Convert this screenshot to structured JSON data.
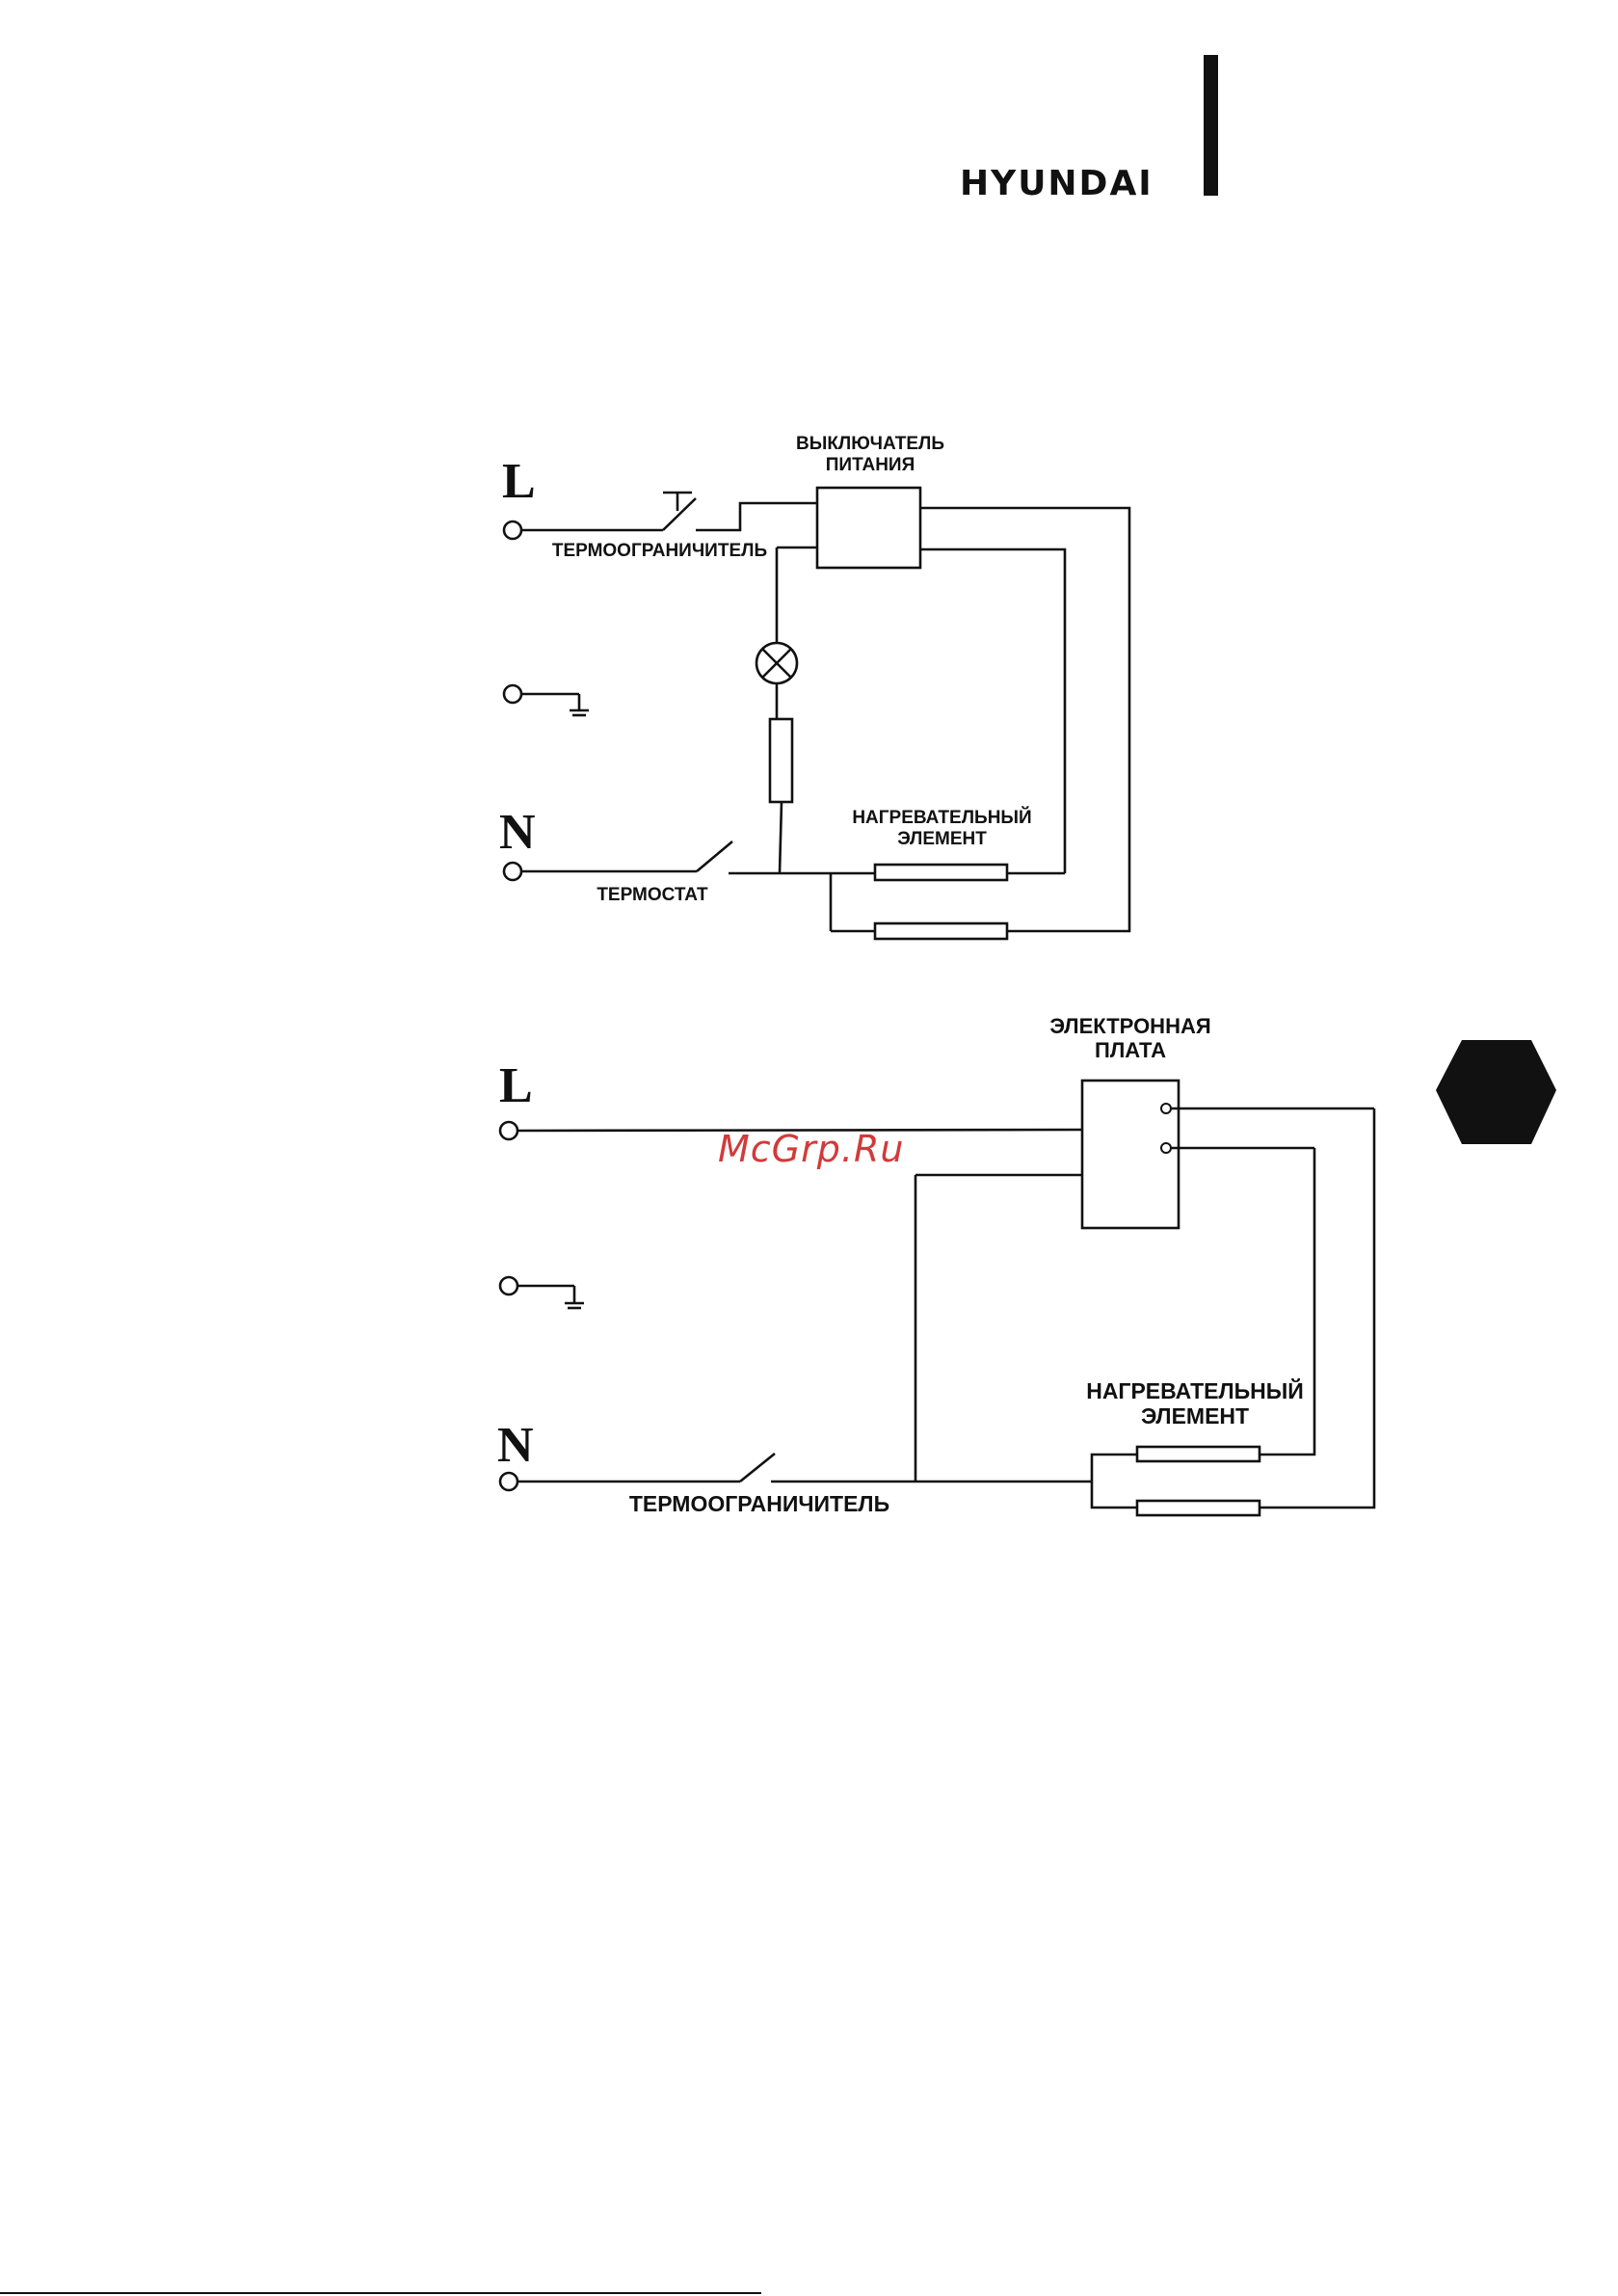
{
  "header": {
    "brand": "HYUNDAI"
  },
  "watermark": "McGrp.Ru",
  "diagram_top": {
    "terminal_l": "L",
    "terminal_n": "N",
    "power_switch_label": "ВЫКЛЮЧАТЕЛЬ\nПИТАНИЯ",
    "thermal_limiter_label": "ТЕРМООГРАНИЧИТЕЛЬ",
    "thermostat_label": "ТЕРМОСТАТ",
    "heating_element_label": "НАГРЕВАТЕЛЬНЫЙ\nЭЛЕМЕНТ"
  },
  "diagram_bottom": {
    "terminal_l": "L",
    "terminal_n": "N",
    "board_label": "ЭЛЕКТРОННАЯ\nПЛАТА",
    "heating_element_label": "НАГРЕВАТЕЛЬНЫЙ\nЭЛЕМЕНТ",
    "thermal_limiter_label": "ТЕРМООГРАНИЧИТЕЛЬ"
  }
}
